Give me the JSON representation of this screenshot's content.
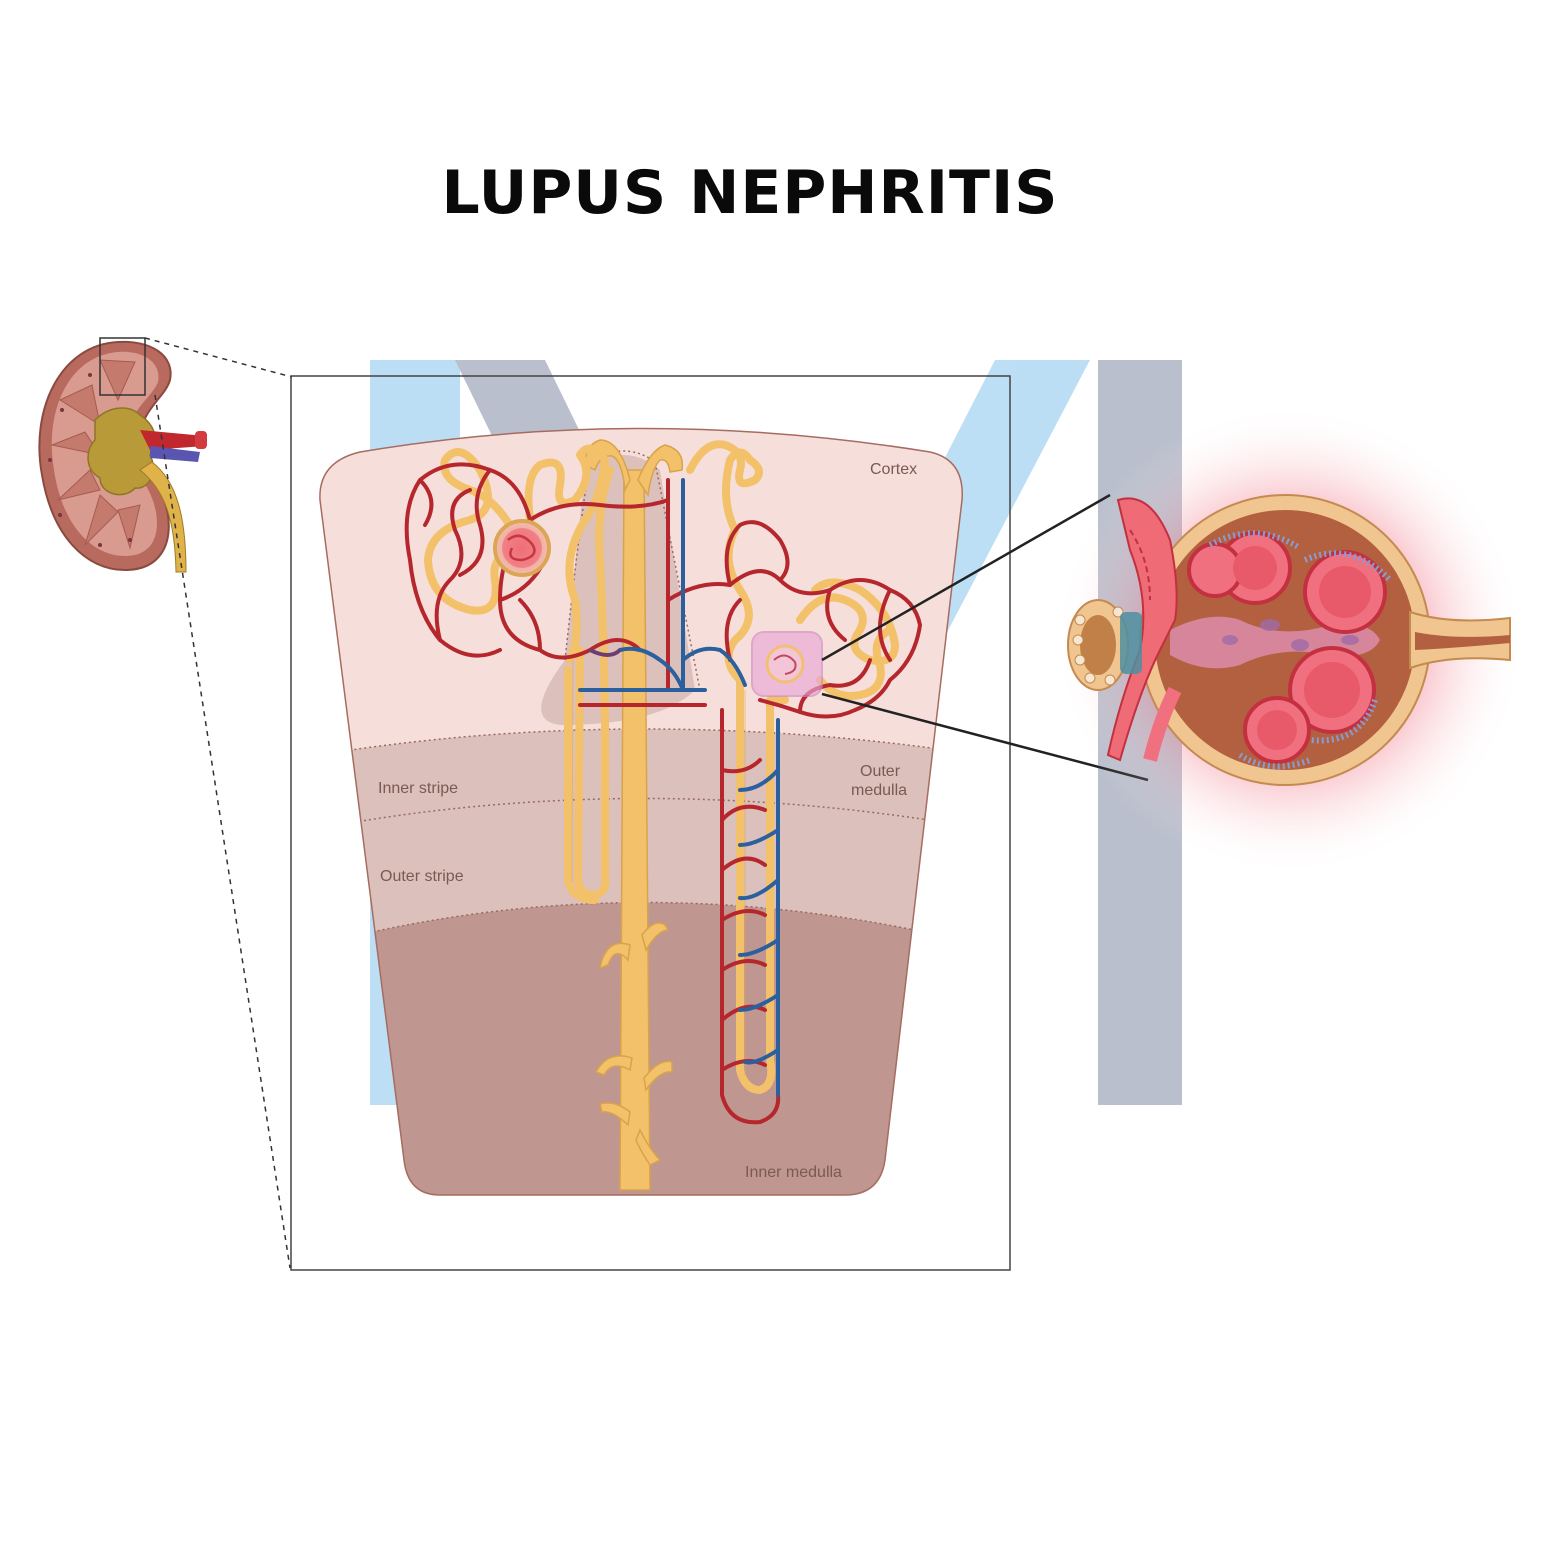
{
  "title": "LUPUS NEPHRITIS",
  "labels": {
    "cortex": "Cortex",
    "outer_medulla_line1": "Outer",
    "outer_medulla_line2": "medulla",
    "inner_stripe": "Inner stripe",
    "outer_stripe": "Outer stripe",
    "inner_medulla": "Inner medulla"
  },
  "colors": {
    "artery": "#b5272d",
    "vein": "#2c5f9e",
    "tubule": "#f2c16a",
    "cortex_fill": "#f6dfda",
    "outer_medulla_fill": "#dcc0bb",
    "inner_medulla_fill": "#bf9690",
    "inflammation": "#ef4a5c",
    "watermark_blue": "#b8ddf5",
    "watermark_gray": "#b6bcca"
  }
}
